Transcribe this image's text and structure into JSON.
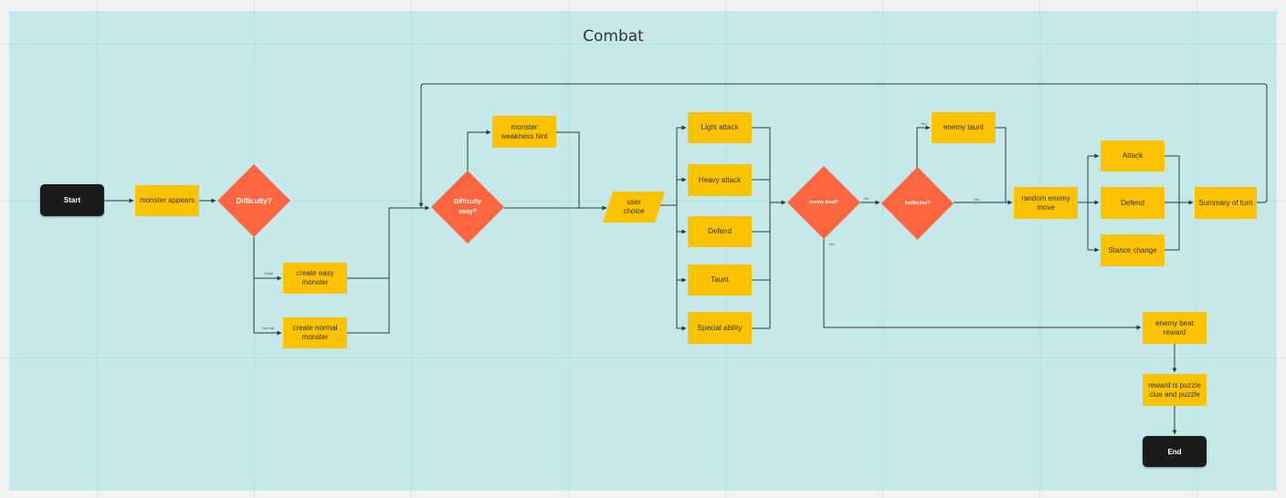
{
  "board": {
    "title": "Combat",
    "colors": {
      "frame": "#c5e9ea",
      "process": "#fdc300",
      "decision": "#fd6640",
      "terminal": "#1b1b1b",
      "line": "#2f3b3c"
    }
  },
  "nodes": {
    "start": "Start",
    "monster_appears": "monster appears",
    "difficulty": "Difficulty?",
    "create_easy": "create easy monster",
    "create_normal": "create normal monster",
    "difficulty_easy": "Difficulty easy?",
    "weakness_hint": "monster weakness hint",
    "user_choice": "user choice",
    "light_attack": "Light attack",
    "heavy_attack": "Heavy attack",
    "defend": "Defend",
    "taunt": "Taunt",
    "special_ability": "Special ability",
    "enemy_dead": "enemy dead?",
    "ineffective": "Ineffective?",
    "enemy_taunt": "enemy taunt",
    "random_enemy_move": "random enemy move",
    "enemy_attack": "Attack",
    "enemy_defend": "Defend",
    "stance_change": "Stance change",
    "summary": "Summary of turn",
    "enemy_beat_reward": "enemy beat reward",
    "reward_puzzle": "reward is puzzle clue and puzzle",
    "end": "End"
  },
  "edge_labels": {
    "easy": "Easy",
    "normal": "Normal",
    "enemy_dead_no": "No",
    "enemy_dead_yes": "Yes",
    "ineffective_yes": "Yes",
    "ineffective_no": "No"
  }
}
